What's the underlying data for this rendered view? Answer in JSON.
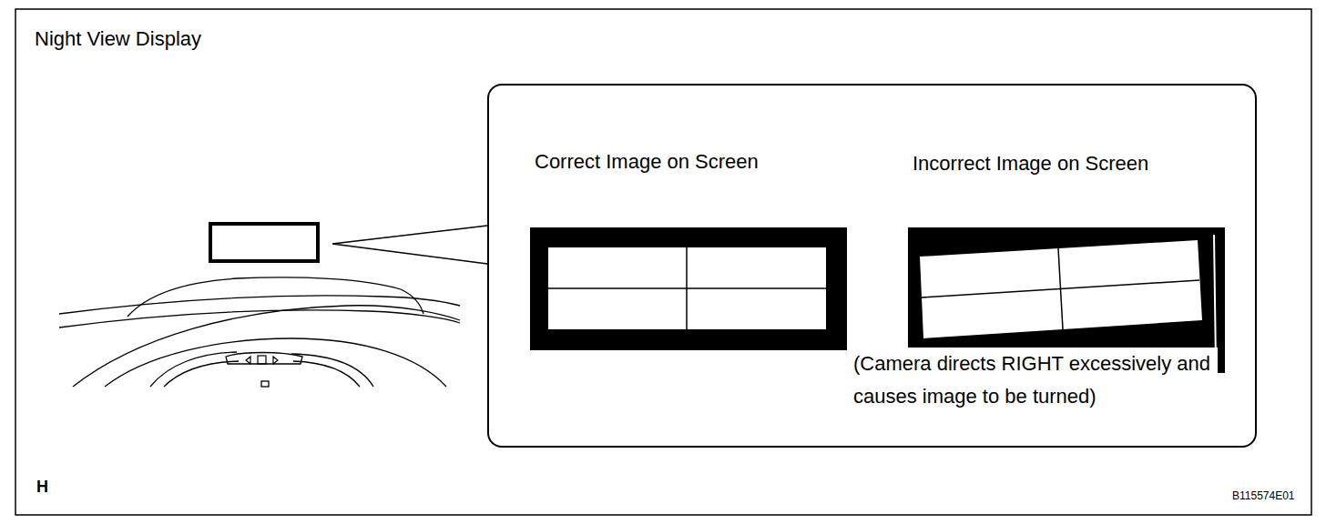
{
  "diagram": {
    "title": "Night View Display",
    "nodes": [
      {
        "text": []
      },
      {
        "text": [
          "Correct Image on Screen"
        ],
        "in": 0
      },
      {
        "text": [
          "Incorrect Image on Screen",
          "(Camera directs RIGHT excessively and causes image to be turned)"
        ],
        "in": 0
      }
    ],
    "labels": [
      "H",
      "B115574E01"
    ]
  }
}
